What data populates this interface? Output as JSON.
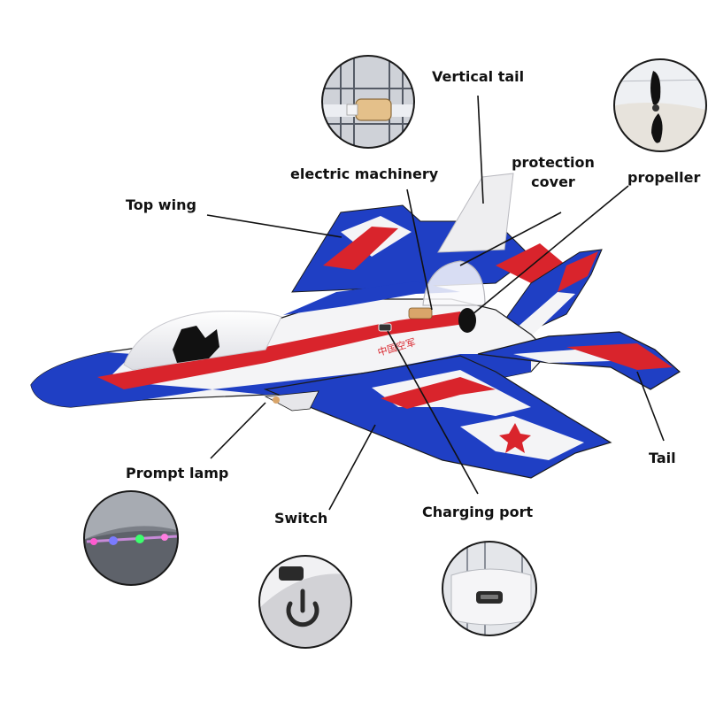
{
  "labels": {
    "vertical_tail": "Vertical tail",
    "electric_machinery": "electric machinery",
    "protection_cover_line1": "protection",
    "protection_cover_line2": "cover",
    "propeller": "propeller",
    "top_wing": "Top wing",
    "prompt_lamp": "Prompt lamp",
    "switch": "Switch",
    "charging_port": "Charging port",
    "tail": "Tail"
  },
  "fuselage_marking": "中国空军",
  "colors": {
    "body_white": "#f4f4f6",
    "accent_blue": "#1f3fc4",
    "accent_red": "#d9242c",
    "outline": "#1a1a1a"
  },
  "icons": {
    "switch": "power-icon",
    "prompt_lamp": "led-strip-icon",
    "charging_port": "usb-port-icon",
    "propeller": "propeller-icon",
    "motor": "motor-icon"
  }
}
